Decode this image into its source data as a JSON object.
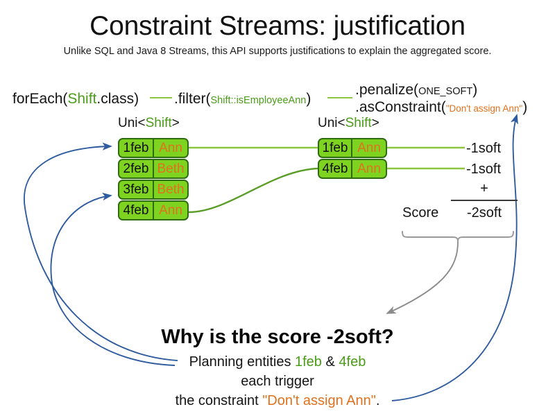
{
  "slide": {
    "title": "Constraint Streams: justification",
    "subtitle": "Unlike SQL and Java 8 Streams, this API supports justifications to explain the aggregated score."
  },
  "code": {
    "foreach": {
      "name": "forEach(",
      "type": "Shift",
      "tail": ".class)"
    },
    "filter": {
      "name": ".filter(",
      "arg": "Shift::isEmployeeAnn",
      "tail": ")"
    },
    "penalize": {
      "name": ".penalize(",
      "arg": "ONE_SOFT",
      "tail": ")"
    },
    "as_constraint": {
      "name": ".asConstraint(",
      "arg": "\"Don't assign Ann\"",
      "tail": ")"
    }
  },
  "streams": {
    "left": {
      "label_prefix": "Uni<",
      "label_type": "Shift",
      "label_suffix": ">",
      "rows": [
        {
          "date": "1feb",
          "employee": "Ann"
        },
        {
          "date": "2feb",
          "employee": "Beth"
        },
        {
          "date": "3feb",
          "employee": "Beth"
        },
        {
          "date": "4feb",
          "employee": "Ann"
        }
      ]
    },
    "right": {
      "label_prefix": "Uni<",
      "label_type": "Shift",
      "label_suffix": ">",
      "rows": [
        {
          "date": "1feb",
          "employee": "Ann"
        },
        {
          "date": "4feb",
          "employee": "Ann"
        }
      ]
    }
  },
  "score": {
    "penalties": [
      "-1soft",
      "-1soft"
    ],
    "operator": "+",
    "label": "Score",
    "total": "-2soft"
  },
  "explanation": {
    "heading": "Why is the score -2soft?",
    "line1_prefix": "Planning entities ",
    "line1_entity_a": "1feb",
    "line1_amp": " & ",
    "line1_entity_b": "4feb",
    "line2": "each trigger",
    "line3_prefix": "the constraint ",
    "line3_constraint": "\"Don't assign Ann\"",
    "line3_suffix": "."
  },
  "colors": {
    "green_text": "#4a9c18",
    "orange_text": "#e2711d",
    "box_fill": "#7ed321",
    "box_border": "#2f6b12",
    "connector_light": "#8cc63f",
    "connector_dark": "#5a9e28",
    "arrow_blue": "#2f5c9e",
    "arrow_gray": "#8c8c8c"
  }
}
